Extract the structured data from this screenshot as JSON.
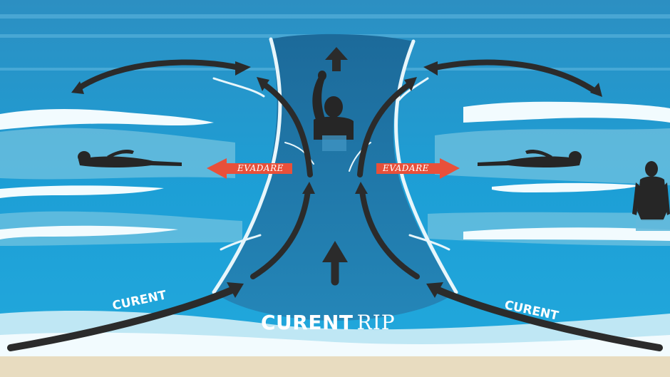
{
  "labels": {
    "evadare_left": "EVADARE",
    "evadare_right": "EVADARE",
    "curent_left": "CURENT",
    "curent_right": "CURENT",
    "title_bold": "CURENT",
    "title_light": "RIP"
  },
  "colors": {
    "ocean": "#1e8fc4",
    "deep_channel": "#1a5f8a",
    "foam": "#e8f6fb",
    "arrow": "#2b2b2b",
    "escape_arrow": "#e8503a",
    "sand": "#e8dcc0"
  }
}
